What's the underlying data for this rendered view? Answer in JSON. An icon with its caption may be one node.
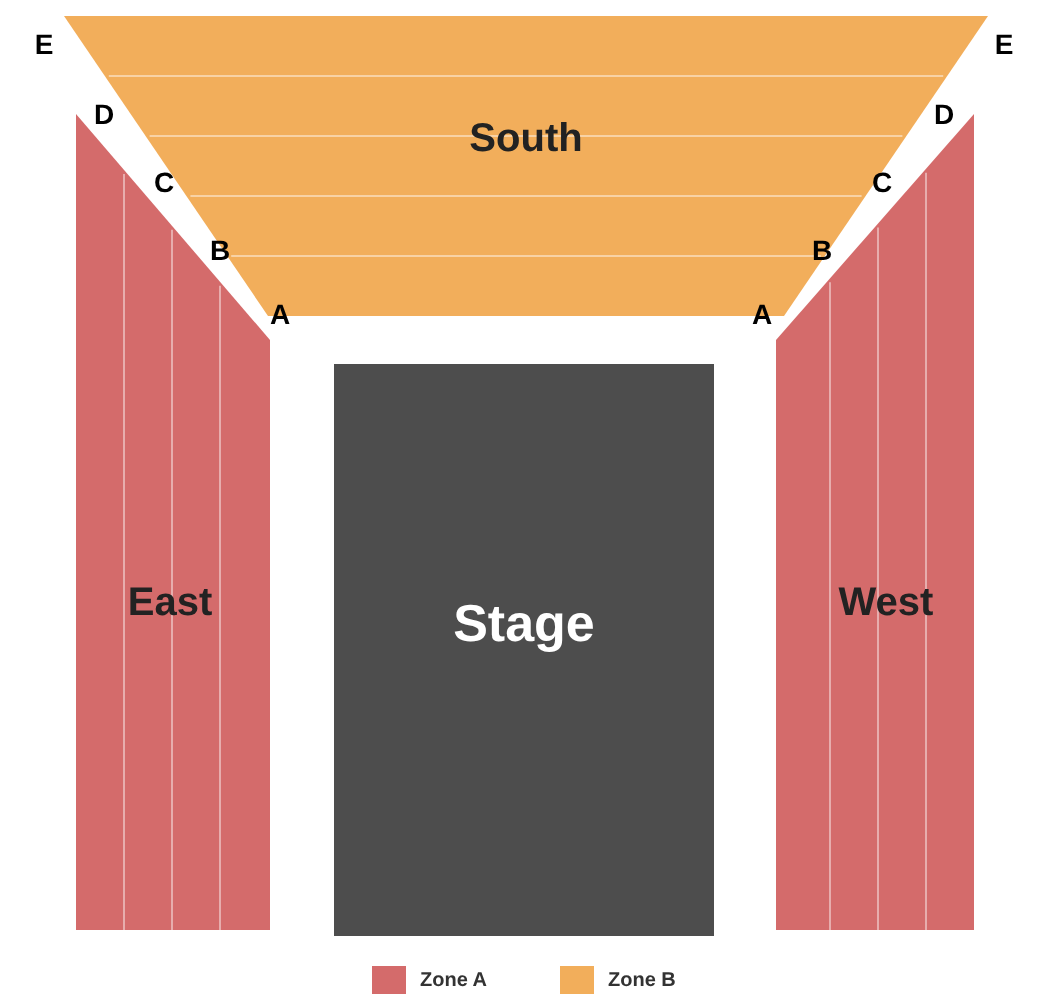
{
  "diagram": {
    "nodes": [
      {
        "text": [
          "South"
        ]
      },
      {
        "text": [
          "East"
        ]
      },
      {
        "text": [
          "Stage"
        ]
      },
      {
        "text": [
          "West"
        ]
      }
    ],
    "labels": [
      "E",
      "E",
      "D",
      "D",
      "C",
      "C",
      "B",
      "B",
      "A",
      "A"
    ],
    "legend": [
      {
        "text": "Zone A",
        "color": "#d46b6b"
      },
      {
        "text": "Zone B",
        "color": "#f2ae5b"
      }
    ]
  }
}
